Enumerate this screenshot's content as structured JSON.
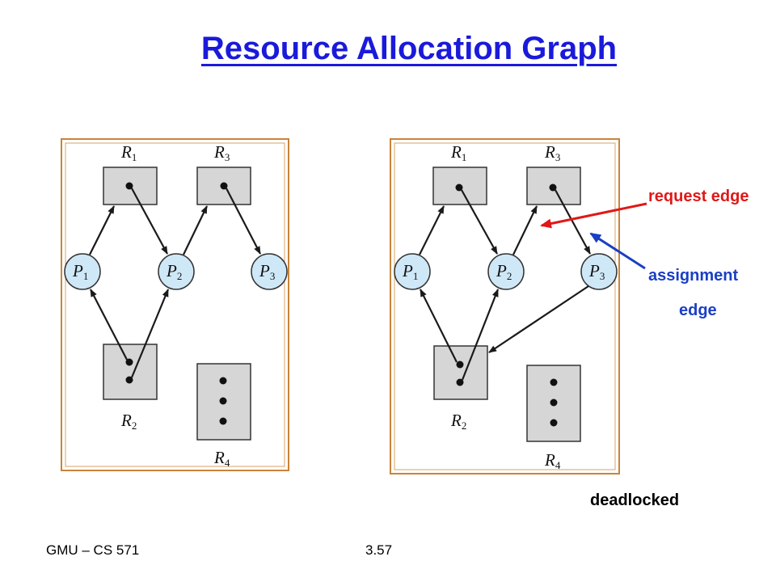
{
  "slide": {
    "title": "Resource Allocation Graph",
    "title_color": "#1a1adb"
  },
  "labels": {
    "request_edge": "request edge",
    "assignment": "assignment",
    "edge": "edge",
    "deadlocked": "deadlocked",
    "request_color": "#e01818",
    "assignment_color": "#1a3fc4"
  },
  "footer": {
    "left": "GMU – CS 571",
    "right": "3.57"
  },
  "graphs": [
    {
      "nodes": {
        "R1": {
          "letter": "R",
          "sub": "1"
        },
        "R3": {
          "letter": "R",
          "sub": "3"
        },
        "R2": {
          "letter": "R",
          "sub": "2"
        },
        "R4": {
          "letter": "R",
          "sub": "4"
        },
        "P1": {
          "letter": "P",
          "sub": "1"
        },
        "P2": {
          "letter": "P",
          "sub": "2"
        },
        "P3": {
          "letter": "P",
          "sub": "3"
        }
      }
    },
    {
      "nodes": {
        "R1": {
          "letter": "R",
          "sub": "1"
        },
        "R3": {
          "letter": "R",
          "sub": "3"
        },
        "R2": {
          "letter": "R",
          "sub": "2"
        },
        "R4": {
          "letter": "R",
          "sub": "4"
        },
        "P1": {
          "letter": "P",
          "sub": "1"
        },
        "P2": {
          "letter": "P",
          "sub": "2"
        },
        "P3": {
          "letter": "P",
          "sub": "3"
        }
      }
    }
  ]
}
